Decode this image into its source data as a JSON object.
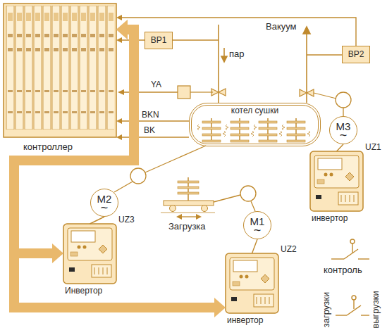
{
  "diagram": {
    "nodes": [
      {
        "text": [
          "контроллер"
        ]
      },
      {
        "text": [
          "ВР1"
        ]
      },
      {
        "text": [
          "ВР2"
        ]
      },
      {
        "text": [
          "котел сушки"
        ]
      },
      {
        "text": [
          "M3",
          "~"
        ]
      },
      {
        "text": [
          "UZ1",
          "инвертор"
        ]
      },
      {
        "text": [
          "M2",
          "~"
        ]
      },
      {
        "text": [
          "UZ3",
          "Инвертор"
        ]
      },
      {
        "text": [
          "M1",
          "~"
        ]
      },
      {
        "text": [
          "UZ2",
          "инвертор"
        ]
      }
    ],
    "edges": [
      {
        "from": 1,
        "to": 0,
        "arrow": "to"
      },
      {
        "from": 2,
        "to": 0,
        "arrow": "to"
      },
      {
        "from": 3,
        "to": 0,
        "arrow": "to",
        "label": "BKN"
      },
      {
        "from": 3,
        "to": 0,
        "arrow": "to",
        "label": "BK"
      },
      {
        "from": 0,
        "to": 9,
        "arrow": "both"
      },
      {
        "from": 0,
        "to": 7,
        "arrow": "both"
      },
      {
        "from": 5,
        "to": 4,
        "arrow": "none"
      },
      {
        "from": 7,
        "to": 6,
        "arrow": "none"
      },
      {
        "from": 9,
        "to": 8,
        "arrow": "none"
      }
    ],
    "labels": [
      "Вакуум",
      "пар",
      "YA",
      "Загрузка",
      "контроль",
      "загрузки",
      "выгрузки"
    ]
  }
}
